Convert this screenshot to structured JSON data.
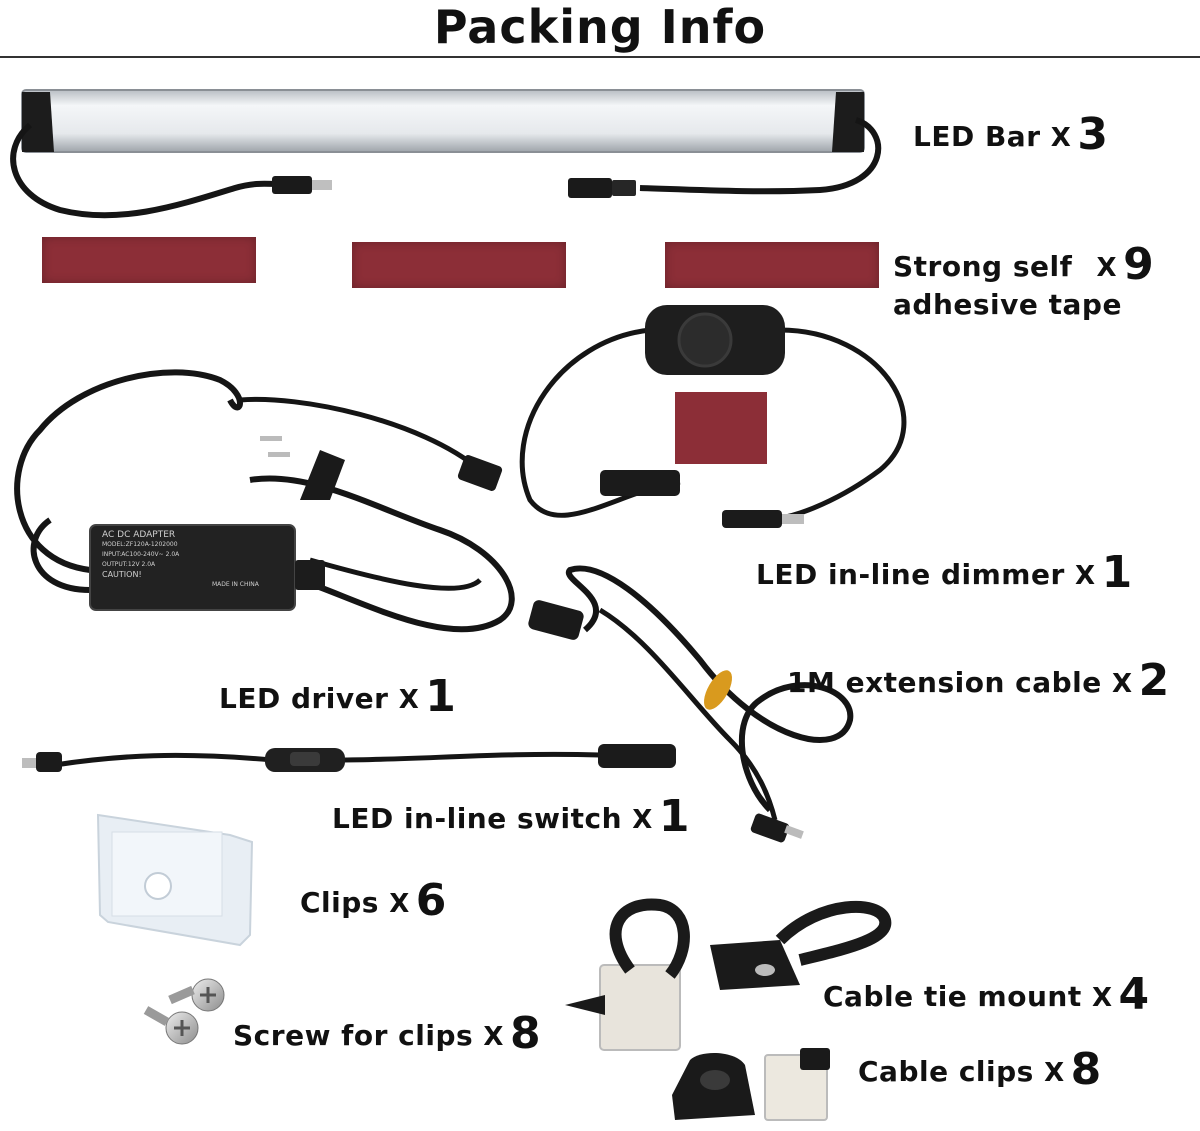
{
  "title": "Packing Info",
  "items": [
    {
      "name": "LED Bar",
      "x_mark": "X",
      "qty": "3"
    },
    {
      "name": "Strong self",
      "name_line2": "adhesive tape",
      "x_mark": "X",
      "qty": "9"
    },
    {
      "name": "LED in-line dimmer",
      "x_mark": "X",
      "qty": "1"
    },
    {
      "name": "1M extension cable",
      "x_mark": "X",
      "qty": "2"
    },
    {
      "name": "LED driver",
      "x_mark": "X",
      "qty": "1"
    },
    {
      "name": "LED in-line switch",
      "x_mark": "X",
      "qty": "1"
    },
    {
      "name": "Clips",
      "x_mark": "X",
      "qty": "6"
    },
    {
      "name": "Screw for clips",
      "x_mark": "X",
      "qty": "8"
    },
    {
      "name": "Cable tie mount",
      "x_mark": "X",
      "qty": "4"
    },
    {
      "name": "Cable clips",
      "x_mark": "X",
      "qty": "8"
    }
  ],
  "adapter": {
    "line1": "AC DC ADAPTER",
    "line2": "MODEL:ZF120A-1202000",
    "line3": "INPUT:AC100-240V~ 2.0A",
    "line4": "OUTPUT:12V 2.0A",
    "line5": "CAUTION!",
    "line6": "MADE IN CHINA"
  },
  "colors": {
    "tape": "#8c2e37",
    "cable": "#151515",
    "bar_body": "#e9ecef",
    "cable_tie_band": "#d99a1e"
  }
}
